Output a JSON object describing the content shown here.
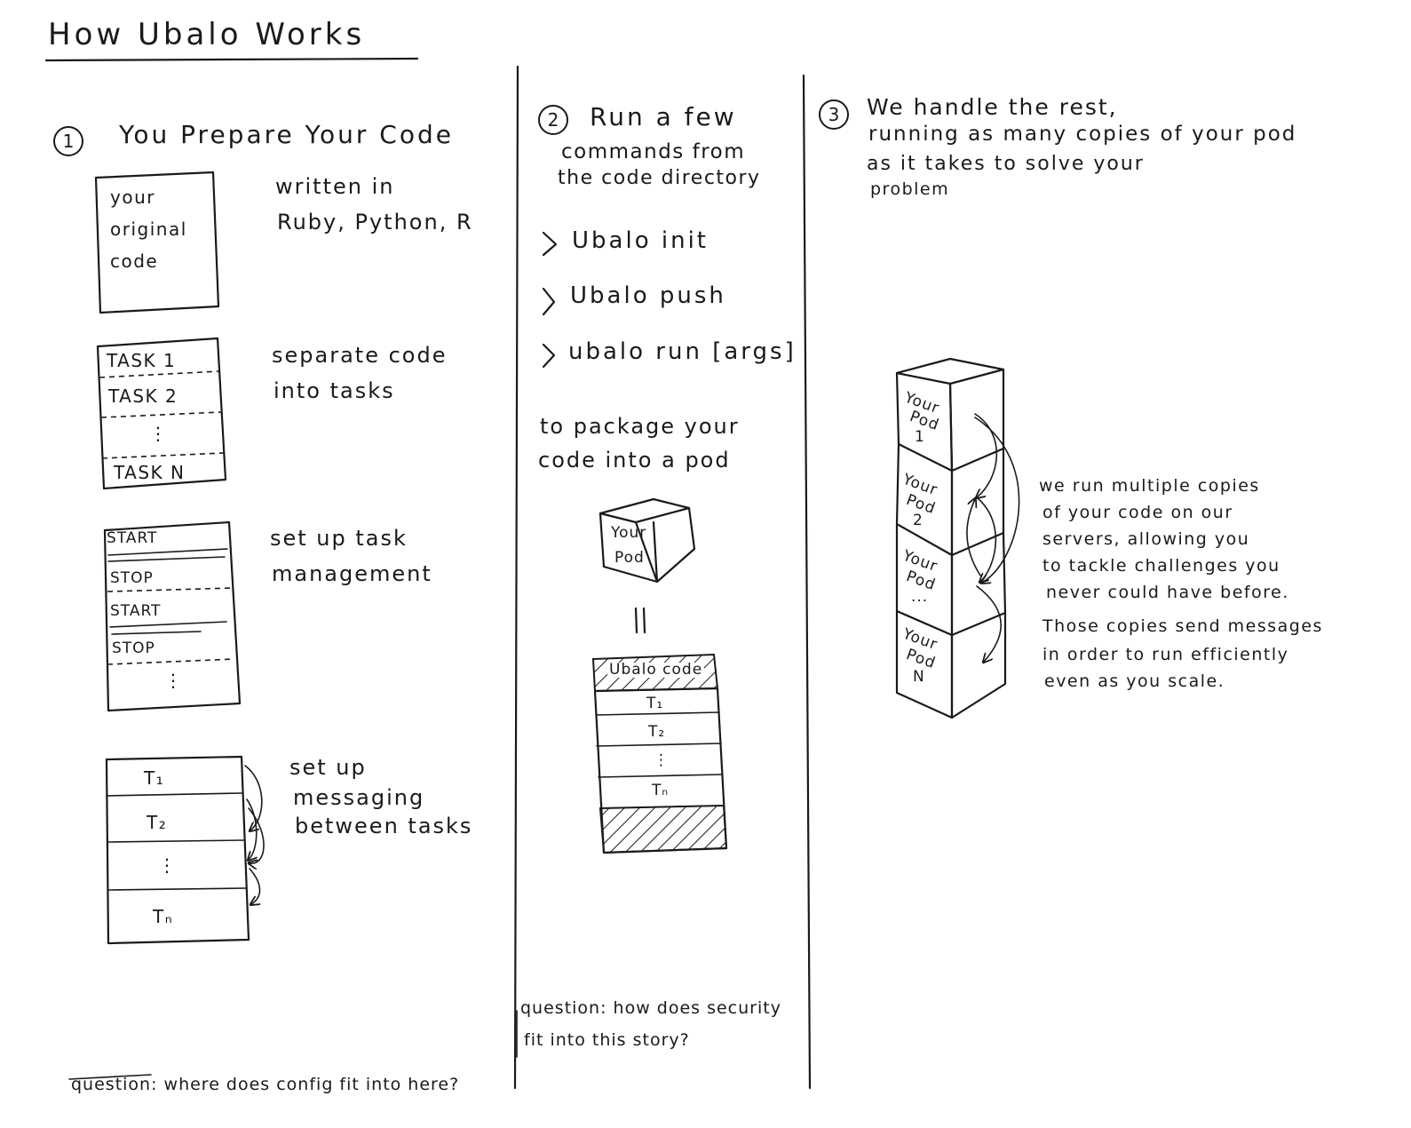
{
  "title": "How Ubalo Works",
  "col1": {
    "step_num": "1",
    "heading": "You Prepare Your Code",
    "code_box": [
      "your",
      "original",
      "code"
    ],
    "written_in": [
      "written in",
      "Ruby, Python, R"
    ],
    "task_box": {
      "task1": "TASK 1",
      "task2": "TASK 2",
      "ellipsis": "⋮",
      "taskn": "TASK N"
    },
    "separate": [
      "separate code",
      "into tasks"
    ],
    "mgmt_box": {
      "start1": "START",
      "stop1": "STOP",
      "start2": "START",
      "stop2": "STOP",
      "ellipsis": "⋮"
    },
    "mgmt_label": [
      "set up task",
      "management"
    ],
    "msg_box": {
      "t1": "T₁",
      "t2": "T₂",
      "ellipsis": "⋮",
      "tn": "Tₙ"
    },
    "msg_label": [
      "set up",
      "messaging",
      "between tasks"
    ],
    "question": "question: where does config fit into here?"
  },
  "col2": {
    "step_num": "2",
    "heading": [
      "Run a few",
      "commands from",
      "the code directory"
    ],
    "commands": [
      "Ubalo init",
      "Ubalo push",
      "ubalo run [args]"
    ],
    "package": [
      "to package your",
      "code into a pod"
    ],
    "pod": [
      "Your",
      "Pod"
    ],
    "equals": "||",
    "stack": {
      "ubalo": "Ubalo code",
      "t1": "T₁",
      "t2": "T₂",
      "ellipsis": "⋮",
      "tn": "Tₙ"
    },
    "question": [
      "question: how does security",
      "fit into this story?"
    ]
  },
  "col3": {
    "step_num": "3",
    "heading": [
      "We handle the rest,",
      "running as many copies of your pod",
      "as it takes to solve your",
      "problem"
    ],
    "pods": [
      [
        "Your",
        "Pod",
        "1"
      ],
      [
        "Your",
        "Pod",
        "2"
      ],
      [
        "Your",
        "Pod",
        "..."
      ],
      [
        "Your",
        "Pod",
        "N"
      ]
    ],
    "description": [
      "we run multiple copies",
      "of your code on our",
      "servers, allowing you",
      "to tackle challenges you",
      "never could have before.",
      "Those copies send messages",
      "in order to run efficiently",
      "even as you scale."
    ]
  }
}
